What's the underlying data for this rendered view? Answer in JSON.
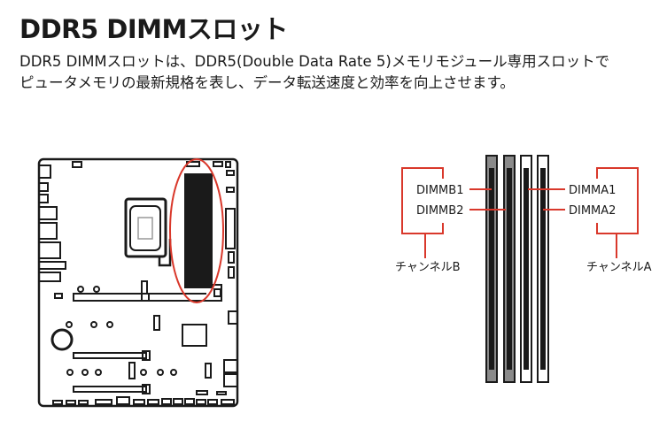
{
  "heading": "DDR5 DIMMスロット",
  "description": {
    "line1": "DDR5 DIMMスロットは、DDR5(Double Data Rate 5)メモリモジュール専用スロットで",
    "line2": "ピュータメモリの最新規格を表し、データ転送速度と効率を向上させます。"
  },
  "diagram": {
    "slots": {
      "b1": "DIMMB1",
      "b2": "DIMMB2",
      "a1": "DIMMA1",
      "a2": "DIMMA2"
    },
    "channel_b": "チャンネルB",
    "channel_a": "チャンネルA"
  },
  "colors": {
    "accent": "#d9382b",
    "ink": "#1a1a1a",
    "slot_gray": "#8a8a8a"
  }
}
